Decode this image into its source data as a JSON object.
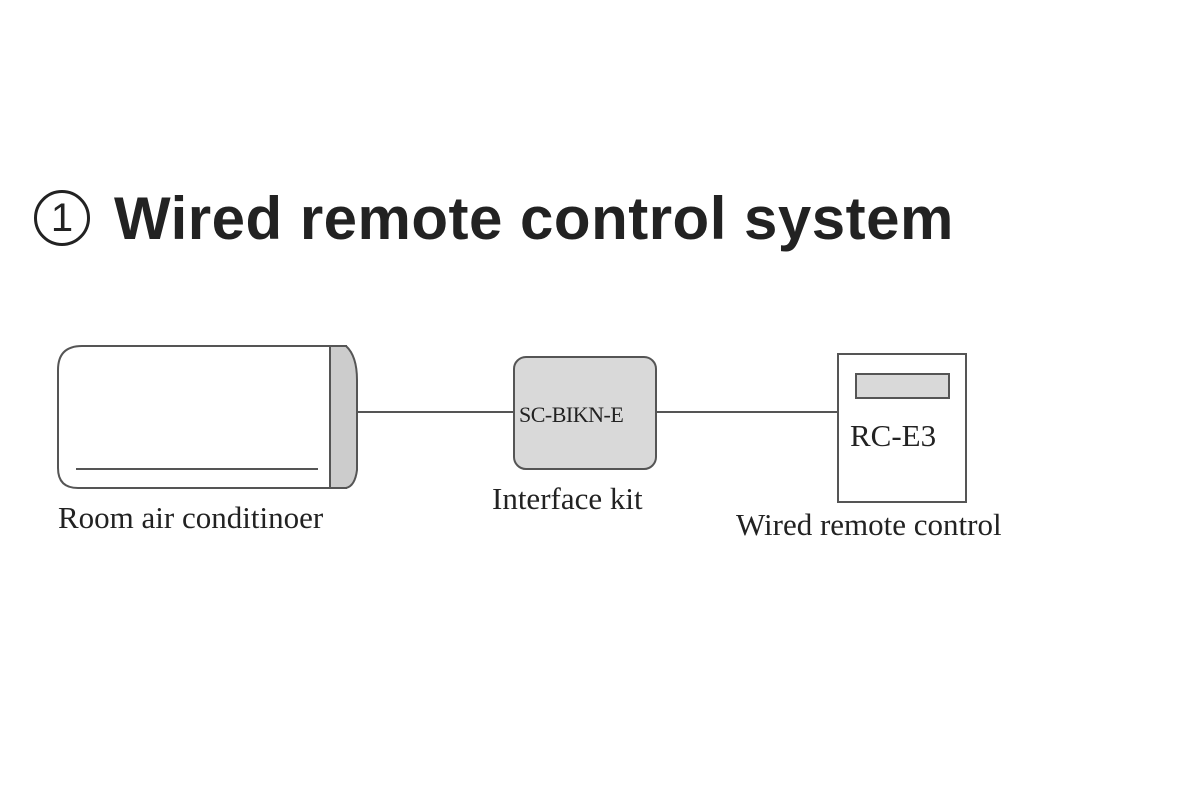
{
  "title": {
    "number": "1",
    "text": "Wired remote control system"
  },
  "components": {
    "air_conditioner": {
      "label": "Room air conditinoer"
    },
    "interface_kit": {
      "model": "SC-BIKN-E",
      "label": "Interface kit",
      "fill_color": "#d9d9d9"
    },
    "wired_remote": {
      "model": "RC-E3",
      "label": "Wired remote control"
    }
  },
  "colors": {
    "line": "#555555",
    "text": "#222222",
    "ac_side_panel": "#cccccc"
  }
}
